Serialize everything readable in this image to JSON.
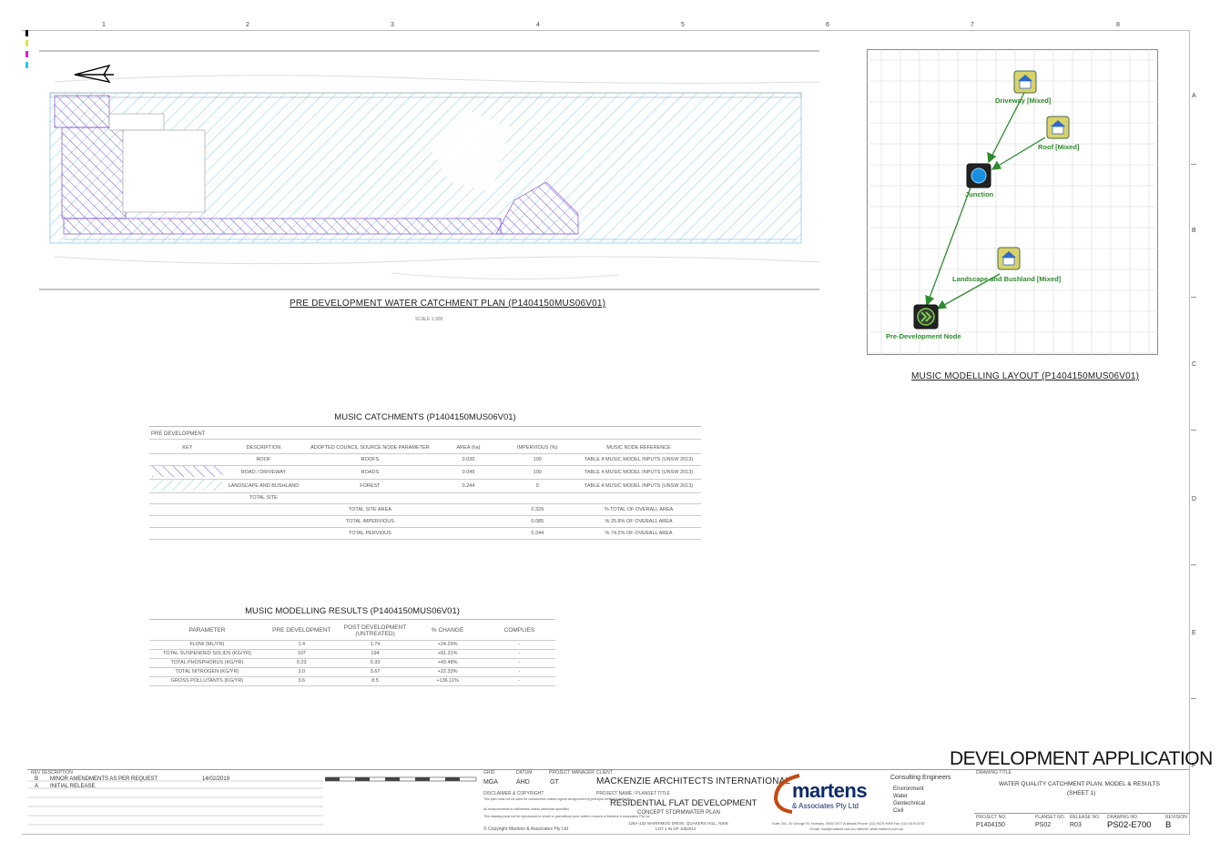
{
  "sheet": {
    "column_numbers": [
      "1",
      "2",
      "3",
      "4",
      "5",
      "6",
      "7",
      "8"
    ],
    "row_letters": [
      "A",
      "B",
      "C",
      "D",
      "E",
      "F"
    ]
  },
  "plans": {
    "pre_dev_title": "PRE DEVELOPMENT WATER CATCHMENT PLAN (P1404150MUS06V01)",
    "pre_dev_scale": "SCALE 1:300",
    "music_layout_title": "MUSIC MODELLING LAYOUT (P1404150MUS06V01)"
  },
  "music_layout": {
    "nodes": [
      {
        "label": "Driveway [Mixed]"
      },
      {
        "label": "Roof [Mixed]"
      },
      {
        "label": "Junction"
      },
      {
        "label": "Landscape and Bushland [Mixed]"
      },
      {
        "label": "Pre-Development Node"
      }
    ]
  },
  "catchments_table": {
    "title": "MUSIC CATCHMENTS (P1404150MUS06V01)",
    "section": "PRE DEVELOPMENT",
    "headers": [
      "KEY",
      "DESCRIPTION",
      "ADOPTED COUNCIL SOURCE NODE PARAMETER",
      "AREA (ha)",
      "IMPERVIOUS (%)",
      "MUSIC NODE REFERENCE"
    ],
    "rows": [
      [
        "",
        "ROOF",
        "ROOFS",
        "0.036",
        "100",
        "TABLE 4 MUSIC MODEL INPUTS (UNSW 2013)"
      ],
      [
        "",
        "ROAD / DRIVEWAY",
        "ROADS",
        "0.049",
        "100",
        "TABLE 4 MUSIC MODEL INPUTS (UNSW 2013)"
      ],
      [
        "",
        "LANDSCAPE AND BUSHLAND",
        "FOREST",
        "0.244",
        "0",
        "TABLE 4 MUSIC MODEL INPUTS (UNSW 2013)"
      ],
      [
        "",
        "TOTAL SITE",
        "",
        "",
        "",
        ""
      ],
      [
        "",
        "",
        "TOTAL SITE AREA",
        "",
        "0.329",
        "% TOTAL OF OVERALL AREA"
      ],
      [
        "",
        "",
        "TOTAL IMPERVIOUS",
        "",
        "0.085",
        "% 25.8% OF OVERALL AREA"
      ],
      [
        "",
        "",
        "TOTAL PERVIOUS",
        "",
        "0.244",
        "% 74.2% OF OVERALL AREA"
      ]
    ]
  },
  "results_table": {
    "title": "MUSIC MODELLING RESULTS (P1404150MUS06V01)",
    "headers": [
      "PARAMETER",
      "PRE DEVELOPMENT",
      "POST DEVELOPMENT (UNTREATED)",
      "% CHANGE",
      "COMPLIES"
    ],
    "rows": [
      [
        "FLOW (ML/YR)",
        "1.4",
        "1.74",
        "+24.29%",
        "-"
      ],
      [
        "TOTAL SUSPENDED SOLIDS (KG/YR)",
        "107",
        "194",
        "+81.31%",
        "-"
      ],
      [
        "TOTAL PHOSPHORUS (KG/YR)",
        "0.23",
        "0.33",
        "+43.48%",
        "-"
      ],
      [
        "TOTAL NITROGEN (KG/YR)",
        "3.0",
        "3.67",
        "+22.33%",
        "-"
      ],
      [
        "GROSS POLLUTANTS (KG/YR)",
        "3.6",
        "8.5",
        "+136.11%",
        "-"
      ]
    ]
  },
  "title_block": {
    "development_application": "DEVELOPMENT APPLICATION",
    "revisions_header": "REV  DESCRIPTION",
    "revisions": [
      {
        "rev": "B",
        "desc": "MINOR AMENDMENTS AS PER REQUEST",
        "date": "14/02/2019"
      },
      {
        "rev": "A",
        "desc": "INITIAL RELEASE",
        "date": ""
      }
    ],
    "datum_label": "GRID",
    "datum": "MGA",
    "height_label": "DATUM",
    "height": "AHD",
    "pm_label": "PROJECT MANAGER",
    "pm": "GT",
    "client_label": "CLIENT",
    "client": "MACKENZIE ARCHITECTS INTERNATIONAL",
    "project_label": "PROJECT NAME / PLANSET TITLE",
    "project": "RESIDENTIAL FLAT DEVELOPMENT",
    "planset": "CONCEPT STORMWATER PLAN",
    "site_address": "126A-132 WARRIMOO DRIVE, QUAKERS HILL, NSW",
    "lot": "LOT 1 IN DP 1082012",
    "disclaimer_label": "DISCLAIMER & COPYRIGHT",
    "disclaimer_1": "This plan must not be used for construction unless signed as approved by principal certifying authority.",
    "disclaimer_2": "All measurements in millimetres unless otherwise specified.",
    "disclaimer_3": "This drawing must not be reproduced in whole or part without prior written consent of Martens & Associates Pty Ltd.",
    "copyright": "© Copyright Martens & Associates Pty Ltd",
    "company": "martens",
    "company_sub": "& Associates Pty Ltd",
    "services_header": "Consulting Engineers",
    "services": [
      "Environment",
      "Water",
      "Geotechnical",
      "Civil"
    ],
    "company_address": "Suite 201, 20 George St, Hornsby, NSW 2077 Australia  Phone: (02) 9476 9999  Fax: (02) 9476 8767",
    "company_contact": "Email: mail@martens.com.au  Internet: www.martens.com.au",
    "drawing_title_label": "DRAWING TITLE",
    "drawing_title": "WATER QUALITY CATCHMENT PLAN, MODEL & RESULTS",
    "drawing_sheet": "(SHEET 1)",
    "project_no_label": "PROJECT NO.",
    "project_no": "P1404150",
    "planset_no_label": "PLANSET NO.",
    "planset_no": "PS02",
    "revision_label": "RELEASE NO.",
    "release": "R03",
    "drawing_no_label": "DRAWING NO.",
    "drawing_no": "PS02-E700",
    "rev_label": "REVISION",
    "rev": "B"
  },
  "colors": {
    "hatch_blue": "#8ec9ec",
    "hatch_purple": "#7a4fc9",
    "node_green": "#2e8a2e"
  }
}
